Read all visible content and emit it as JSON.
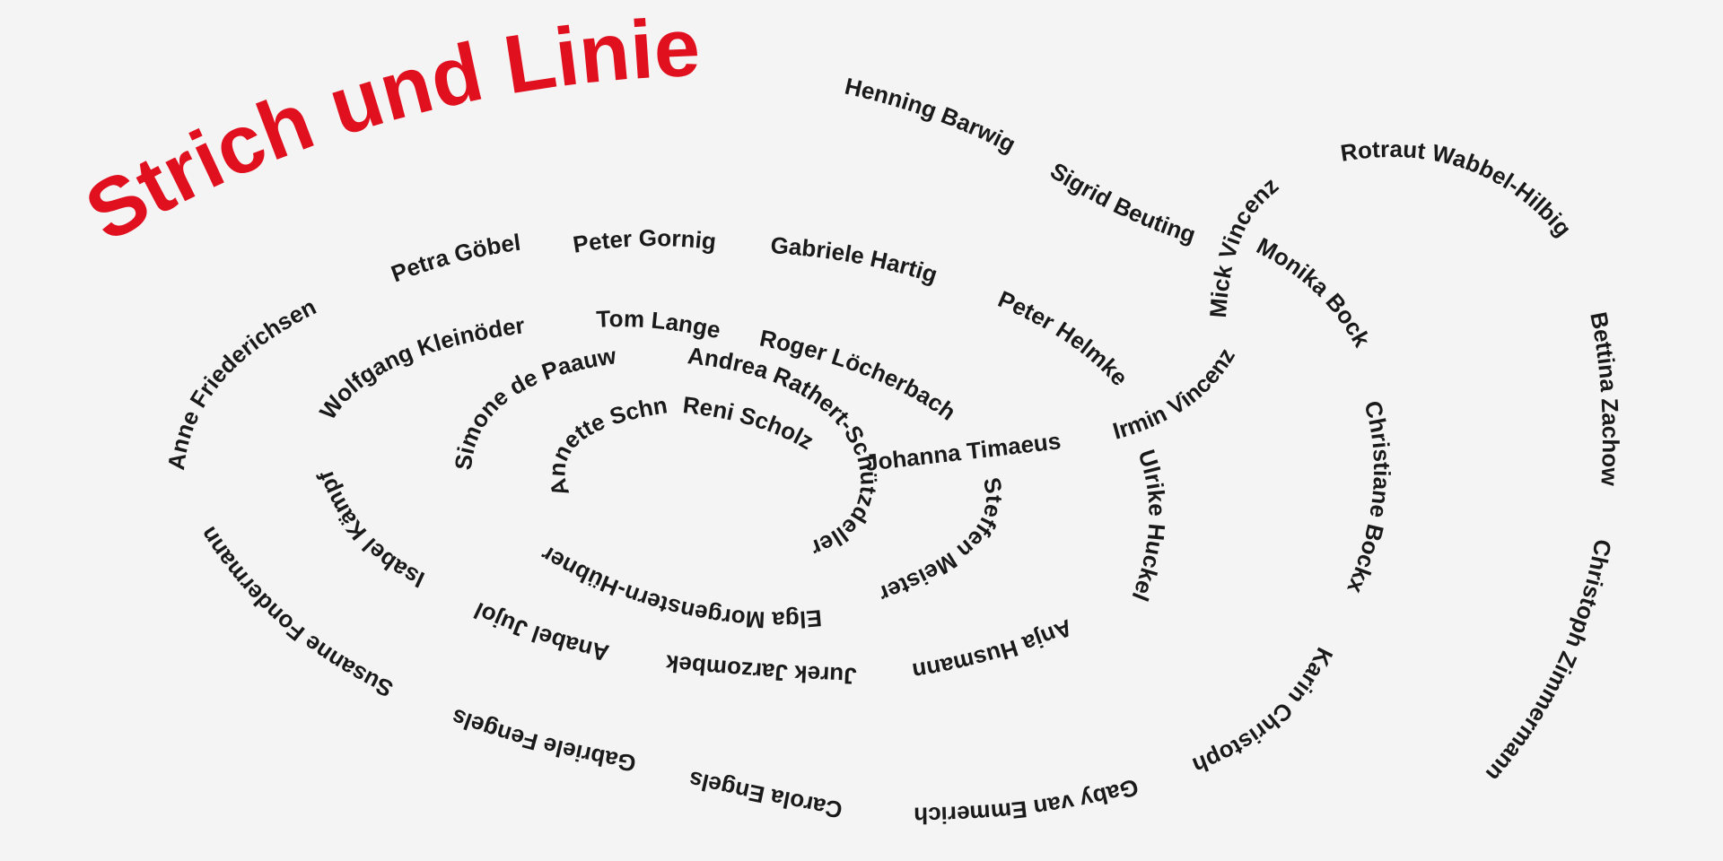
{
  "title": "Strich und Linie",
  "colors": {
    "background": "#f4f4f4",
    "title": "#e0101f",
    "names": "#1a1a1a"
  },
  "names": {
    "henning_barwig": "Henning Barwig",
    "sigrid_beuting": "Sigrid Beuting",
    "mick_vincenz": "Mick Vincenz",
    "rotraut_wabbel_hilbig": "Rotraut Wabbel-Hilbig",
    "bettina_zachow": "Bettina Zachow",
    "christoph_zimmermann": "Christoph Zimmermann",
    "monika_bock": "Monika Bock",
    "christiane_bockx": "Christiane Bockx",
    "karin_christoph": "Karin Christoph",
    "gaby_van_emmerich": "Gaby van Emmerich",
    "carola_engels": "Carola Engels",
    "gabriele_fengels": "Gabriele Fengels",
    "susanne_fondermann": "Susanne Fondermann",
    "anne_friederichsen": "Anne Friederichsen",
    "petra_goebel": "Petra Göbel",
    "peter_gornig": "Peter Gornig",
    "gabriele_hartig": "Gabriele Hartig",
    "peter_helmke": "Peter Helmke",
    "ulrike_huckel": "Ulrike Huckel",
    "anja_husmann": "Anja Husmann",
    "jurek_jarzombek": "Jurek Jarzombek",
    "anabel_jujol": "Anabel Jujol",
    "isabel_kaempf": "Isabel Kämpf",
    "wolfgang_kleinoeder": "Wolfgang Kleinöder",
    "tom_lange": "Tom Lange",
    "roger_loecherbach": "Roger Löcherbach",
    "steffen_meister": "Steffen Meister",
    "elga_morgenstern_huebner": "Elga Morgenstern-Hübner",
    "simone_de_paauw": "Simone de Paauw",
    "andrea_rathert_schuetzdeller": "Andrea Rathert-Schützdeller",
    "annette_schnitzler": "Annette Schnitzler",
    "reni_scholz": "Reni Scholz",
    "johanna_timaeus": "Johanna Timaeus",
    "irmin_vincenz": "Irmin Vincenz"
  }
}
